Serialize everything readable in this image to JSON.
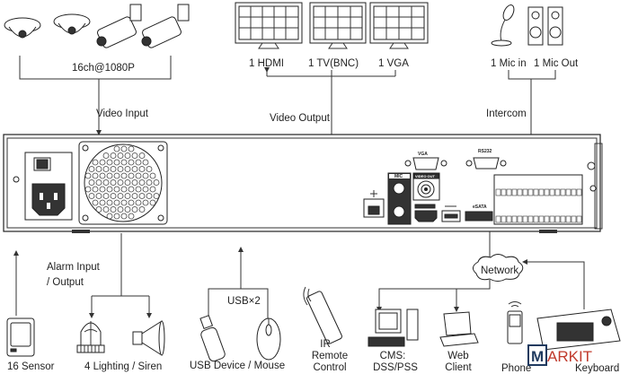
{
  "inputs": {
    "video_input_spec": "16ch@1080P",
    "video_input_label": "Video Input"
  },
  "outputs": {
    "hdmi": "1 HDMI",
    "tv": "1 TV(BNC)",
    "vga": "1 VGA",
    "video_output_label": "Video Output"
  },
  "intercom": {
    "mic_in": "1 Mic in",
    "mic_out": "1 Mic Out",
    "label": "Intercom"
  },
  "rear_panel": {
    "vga": "VGA",
    "rs232": "RS232",
    "mic": "MIC",
    "video_out": "VIDEO OUT",
    "esata": "eSATA"
  },
  "bottom": {
    "alarm_line1": "Alarm Input",
    "alarm_line2": "/ Output",
    "usb_count": "USB×2",
    "network": "Network",
    "sensor": "16 Sensor",
    "lighting": "4 Lighting / Siren",
    "usb_device": "USB Device / Mouse",
    "ir_line1": "IR",
    "ir_line2": "Remote",
    "ir_line3": "Control",
    "cms_line1": "CMS:",
    "cms_line2": "DSS/PSS",
    "web_line1": "Web",
    "web_line2": "Client",
    "phone": "Phone",
    "keyboard": "Keyboard"
  },
  "watermark": "MARKIT",
  "colors": {
    "line": "#333333",
    "watermark_box": "#1f3a5f",
    "watermark_text": "#c0392b"
  }
}
